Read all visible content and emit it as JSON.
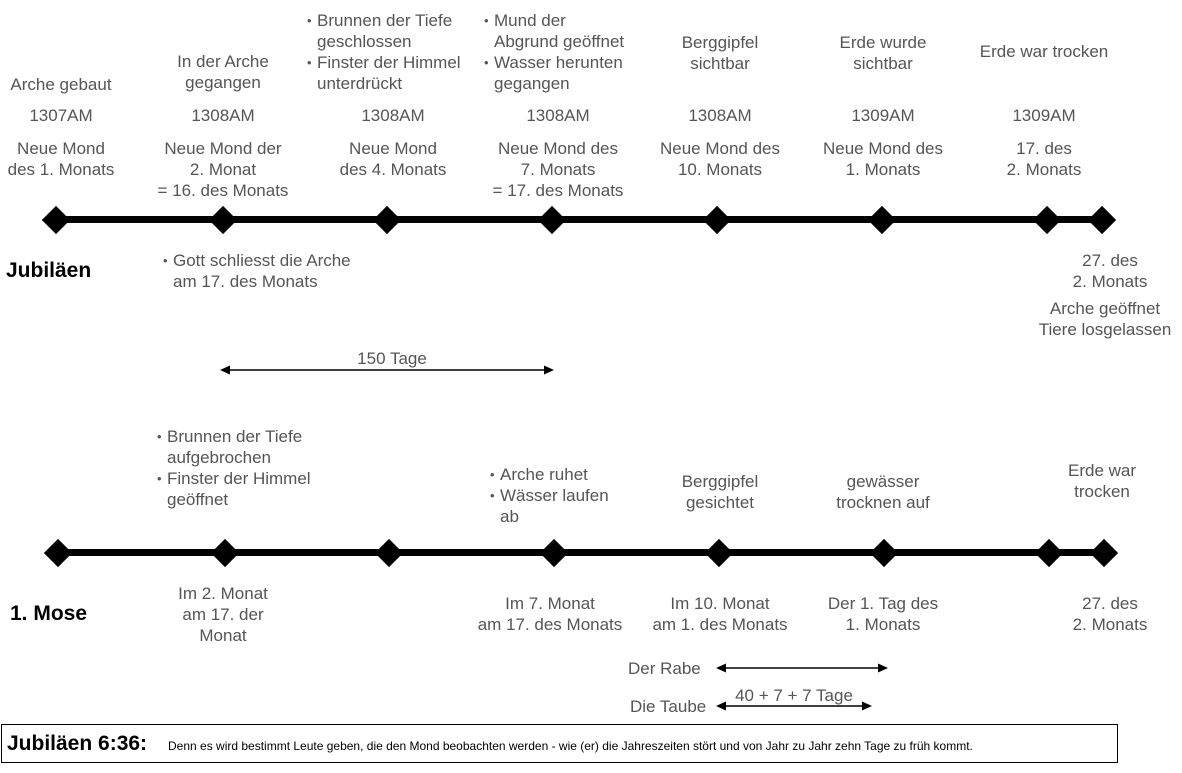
{
  "jubilaeen": {
    "row_title": "Jubiläen",
    "events": [
      {
        "label": [
          "Arche gebaut"
        ],
        "year": "1307AM",
        "date": [
          "Neue Mond",
          "des 1. Monats"
        ]
      },
      {
        "label": [
          "In der Arche",
          "gegangen"
        ],
        "year": "1308AM",
        "date": [
          "Neue Mond der",
          "2. Monat",
          "= 16. des Monats"
        ]
      },
      {
        "bullets": [
          [
            "Brunnen der Tiefe",
            "geschlossen"
          ],
          [
            "Finster der Himmel",
            "unterdrückt"
          ]
        ],
        "year": "1308AM",
        "date": [
          "Neue Mond",
          "des 4. Monats"
        ]
      },
      {
        "bullets": [
          [
            "Mund der",
            "Abgrund geöffnet"
          ],
          [
            "Wasser herunten",
            "gegangen"
          ]
        ],
        "year": "1308AM",
        "date": [
          "Neue Mond des",
          "7. Monats",
          "= 17. des Monats"
        ]
      },
      {
        "label": [
          "Berggipfel",
          "sichtbar"
        ],
        "year": "1308AM",
        "date": [
          "Neue Mond des",
          "10. Monats"
        ]
      },
      {
        "label": [
          "Erde wurde",
          "sichtbar"
        ],
        "year": "1309AM",
        "date": [
          "Neue Mond des",
          "1. Monats"
        ]
      },
      {
        "label": [
          "Erde war trocken"
        ],
        "year": "1309AM",
        "date": [
          "17. des",
          "2. Monats"
        ]
      }
    ],
    "below_note": [
      "Gott schliesst die Arche",
      "am 17. des Monats"
    ],
    "end_date": [
      "27. des",
      "2. Monats"
    ],
    "end_note": [
      "Arche geöffnet",
      "Tiere losgelassen"
    ],
    "span_label": "150 Tage"
  },
  "mose": {
    "row_title": "1. Mose",
    "above": {
      "b1": [
        [
          "Brunnen der Tiefe",
          "aufgebrochen"
        ],
        [
          "Finster der Himmel",
          "geöffnet"
        ]
      ],
      "b3": [
        [
          "Arche ruhet"
        ],
        [
          "Wässer laufen",
          "ab"
        ]
      ],
      "l4": [
        "Berggipfel",
        "gesichtet"
      ],
      "l5": [
        "gewässer",
        "trocknen auf"
      ],
      "l6": [
        "Erde war",
        "trocken"
      ]
    },
    "below": {
      "d1": [
        "Im 2. Monat",
        "am 17. der",
        "Monat"
      ],
      "d3": [
        "Im 7. Monat",
        "am 17. des Monats"
      ],
      "d4": [
        "Im 10. Monat",
        "am 1. des Monats"
      ],
      "d5": [
        "Der 1. Tag des",
        "1. Monats"
      ],
      "d7": [
        "27. des",
        "2. Monats"
      ]
    },
    "rabe_label": "Der Rabe",
    "taube_label": "Die Taube",
    "taube_span": "40 + 7 + 7 Tage"
  },
  "footer": {
    "ref": "Jubiläen 6:36:",
    "text": "Denn es wird bestimmt Leute geben, die den Mond beobachten werden - wie (er) die Jahreszeiten stört und von Jahr zu Jahr zehn Tage zu früh kommt."
  },
  "colors": {
    "line": "#000000",
    "text": "#555555",
    "title": "#000000"
  }
}
